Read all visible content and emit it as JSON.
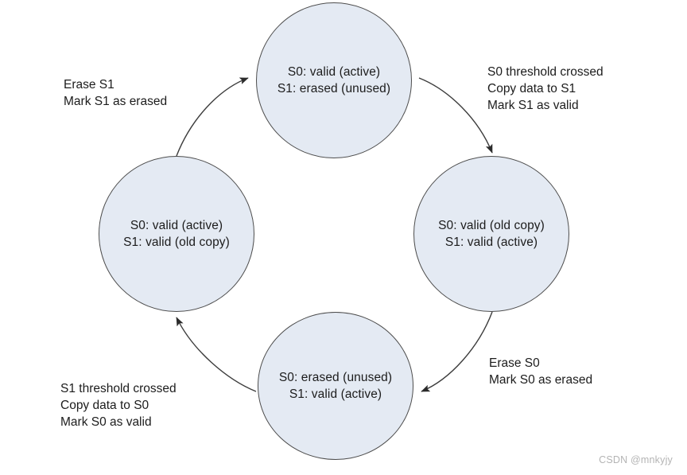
{
  "diagram": {
    "type": "state-machine",
    "title": "",
    "states": [
      {
        "id": "top",
        "line1": "S0: valid (active)",
        "line2": "S1: erased (unused)"
      },
      {
        "id": "right",
        "line1": "S0: valid (old copy)",
        "line2": "S1: valid (active)"
      },
      {
        "id": "bottom",
        "line1": "S0: erased (unused)",
        "line2": "S1: valid (active)"
      },
      {
        "id": "left",
        "line1": "S0: valid (active)",
        "line2": "S1: valid (old copy)"
      }
    ],
    "transitions": [
      {
        "id": "top-to-right",
        "from": "top",
        "to": "right",
        "line1": "S0 threshold crossed",
        "line2": "Copy data to S1",
        "line3": "Mark S1 as valid"
      },
      {
        "id": "right-to-bottom",
        "from": "right",
        "to": "bottom",
        "line1": "Erase S0",
        "line2": "Mark S0 as erased",
        "line3": ""
      },
      {
        "id": "bottom-to-left",
        "from": "bottom",
        "to": "left",
        "line1": "S1 threshold crossed",
        "line2": "Copy data to S0",
        "line3": "Mark S0 as valid"
      },
      {
        "id": "left-to-top",
        "from": "left",
        "to": "top",
        "line1": "Erase S1",
        "line2": "Mark S1 as erased",
        "line3": ""
      }
    ],
    "colors": {
      "node_fill": "#e4eaf3",
      "node_stroke": "#4c4c4c",
      "edge_stroke": "#3c3c3c",
      "text": "#1c1c1c",
      "background": "#ffffff",
      "watermark": "#b4b4b4"
    }
  },
  "watermark": {
    "text": "CSDN @mnkyjy"
  }
}
